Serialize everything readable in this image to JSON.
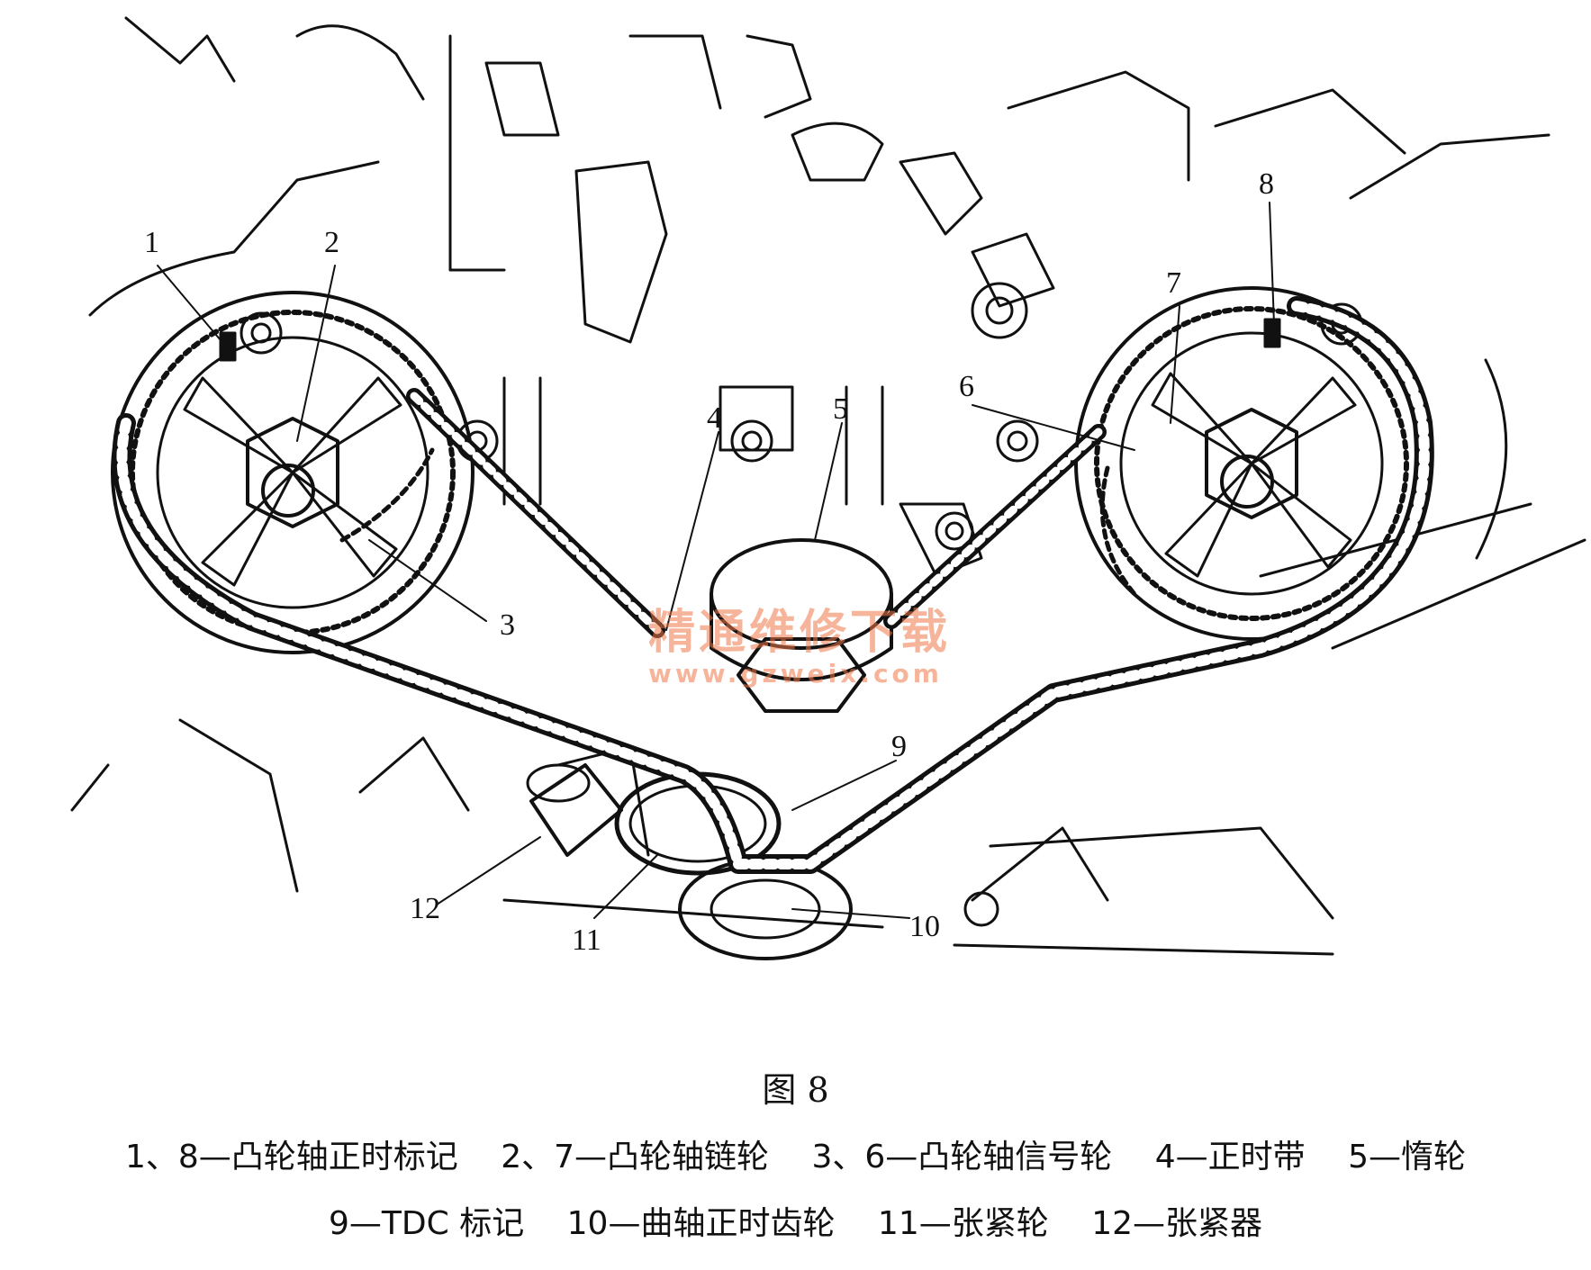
{
  "callouts": {
    "c1": "1",
    "c2": "2",
    "c3": "3",
    "c4": "4",
    "c5": "5",
    "c6": "6",
    "c7": "7",
    "c8": "8",
    "c9": "9",
    "c10": "10",
    "c11": "11",
    "c12": "12"
  },
  "watermark": {
    "text": "精通维修下载",
    "url": "www.gzweix.com"
  },
  "figure_title": "图 8",
  "legend": {
    "line1": [
      "1、8—凸轮轴正时标记",
      "2、7—凸轮轴链轮",
      "3、6—凸轮轴信号轮",
      "4—正时带",
      "5—惰轮"
    ],
    "line2": [
      "9—TDC 标记",
      "10—曲轴正时齿轮",
      "11—张紧轮",
      "12—张紧器"
    ]
  }
}
